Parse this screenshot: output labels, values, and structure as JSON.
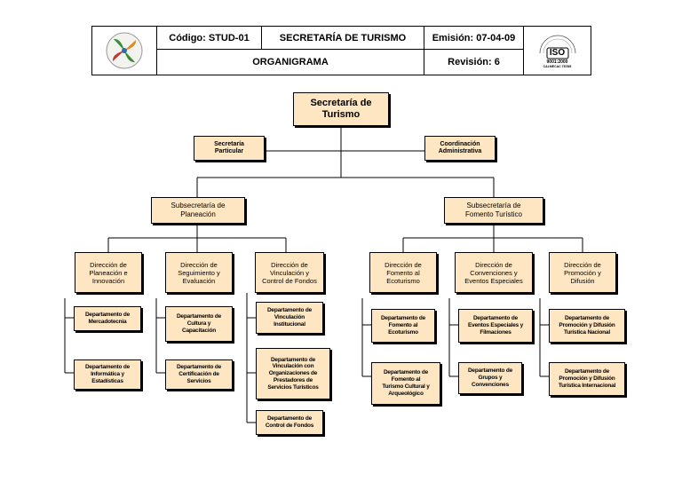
{
  "header": {
    "code": "Código: STUD-01",
    "title": "SECRETARÍA DE TURISMO",
    "emission": "Emisión: 07-04-09",
    "doc_type": "ORGANIGRAMA",
    "revision": "Revisión: 6",
    "iso_text": "ISO",
    "iso_number": "9001:2000",
    "iso_caption": "CALMECAC 7878/8"
  },
  "org": {
    "top": "Secretaría de\nTurismo",
    "staff_left": "Secretaría\nParticular",
    "staff_right": "Coordinación\nAdministrativa",
    "sub_left": "Subsecretaría de\nPlaneación",
    "sub_right": "Subsecretaría de\nFomento Turístico",
    "directions": [
      {
        "label": "Dirección de\nPlaneación e\nInnovación",
        "departments": [
          "Departamento de\nMercadotecnia",
          "Departamento de\nInformática y\nEstadísticas"
        ]
      },
      {
        "label": "Dirección de\nSeguimiento y\nEvaluación",
        "departments": [
          "Departamento de\nCultura y\nCapacitación",
          "Departamento de\nCertificación de\nServicios"
        ]
      },
      {
        "label": "Dirección de\nVinculación y\nControl de Fondos",
        "departments": [
          "Departamento de\nVinculación\nInstitucional",
          "Departamento de\nVinculación con\nOrganizaciones de\nPrestadores de\nServicios Turísticos",
          "Departamento de\nControl de Fondos"
        ]
      },
      {
        "label": "Dirección de\nFomento al\nEcoturismo",
        "departments": [
          "Departamento de\nFomento al\nEcoturismo",
          "Departamento de\nFomento al\nTurismo Cultural y\nArqueológico"
        ]
      },
      {
        "label": "Dirección de\nConvenciones y\nEventos Especiales",
        "departments": [
          "Departamento de\nEventos Especiales y\nFilmaciones",
          "Departamento de\nGrupos y\nConvenciones"
        ]
      },
      {
        "label": "Dirección de\nPromoción y\nDifusión",
        "departments": [
          "Departamento de\nPromoción y Difusión\nTurística Nacional",
          "Departamento de\nPromoción y Difusión\nTurística Internacional"
        ]
      }
    ]
  }
}
